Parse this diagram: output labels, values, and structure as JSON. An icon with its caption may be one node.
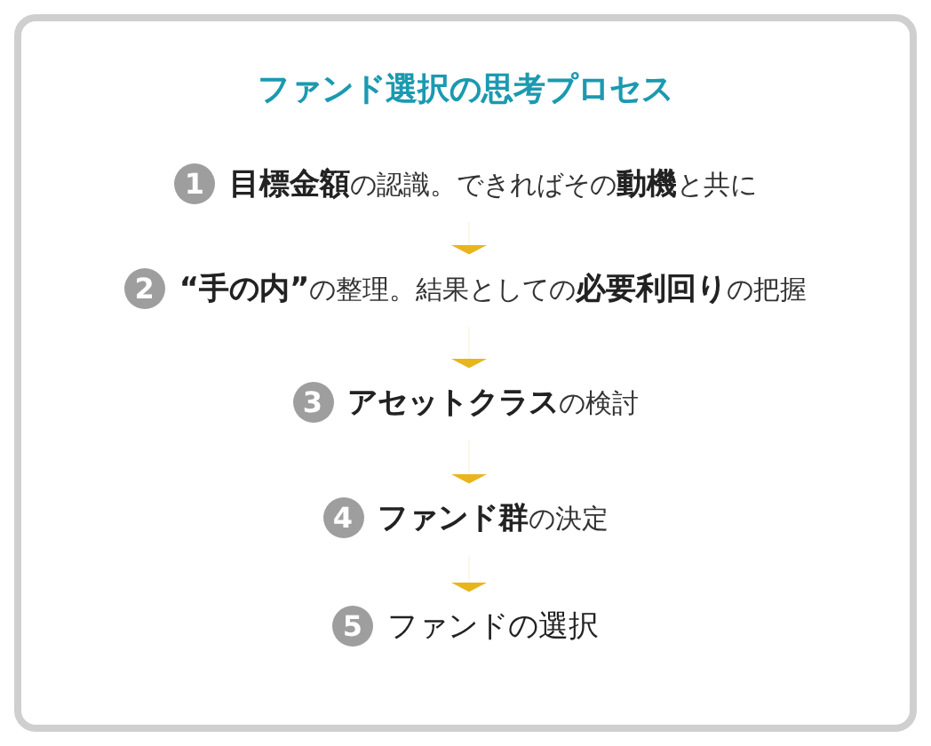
{
  "diagram": {
    "title": "ファンド選択の思考プロセス",
    "nodes": [
      {
        "text": [
          "1",
          "**目標金額**の認識。できればその**動機**と共に"
        ]
      },
      {
        "text": [
          "2",
          "**“手の内”**の整理。結果としての**必要利回り**の把握"
        ]
      },
      {
        "text": [
          "3",
          "**アセットクラス**の検討"
        ]
      },
      {
        "text": [
          "4",
          "**ファンド群**の決定"
        ]
      },
      {
        "text": [
          "5",
          "ファンドの選択"
        ]
      }
    ],
    "edges": [
      {
        "from": 0,
        "to": 1,
        "arrow": "to"
      },
      {
        "from": 1,
        "to": 2,
        "arrow": "to"
      },
      {
        "from": 2,
        "to": 3,
        "arrow": "to"
      },
      {
        "from": 3,
        "to": 4,
        "arrow": "to"
      }
    ]
  }
}
